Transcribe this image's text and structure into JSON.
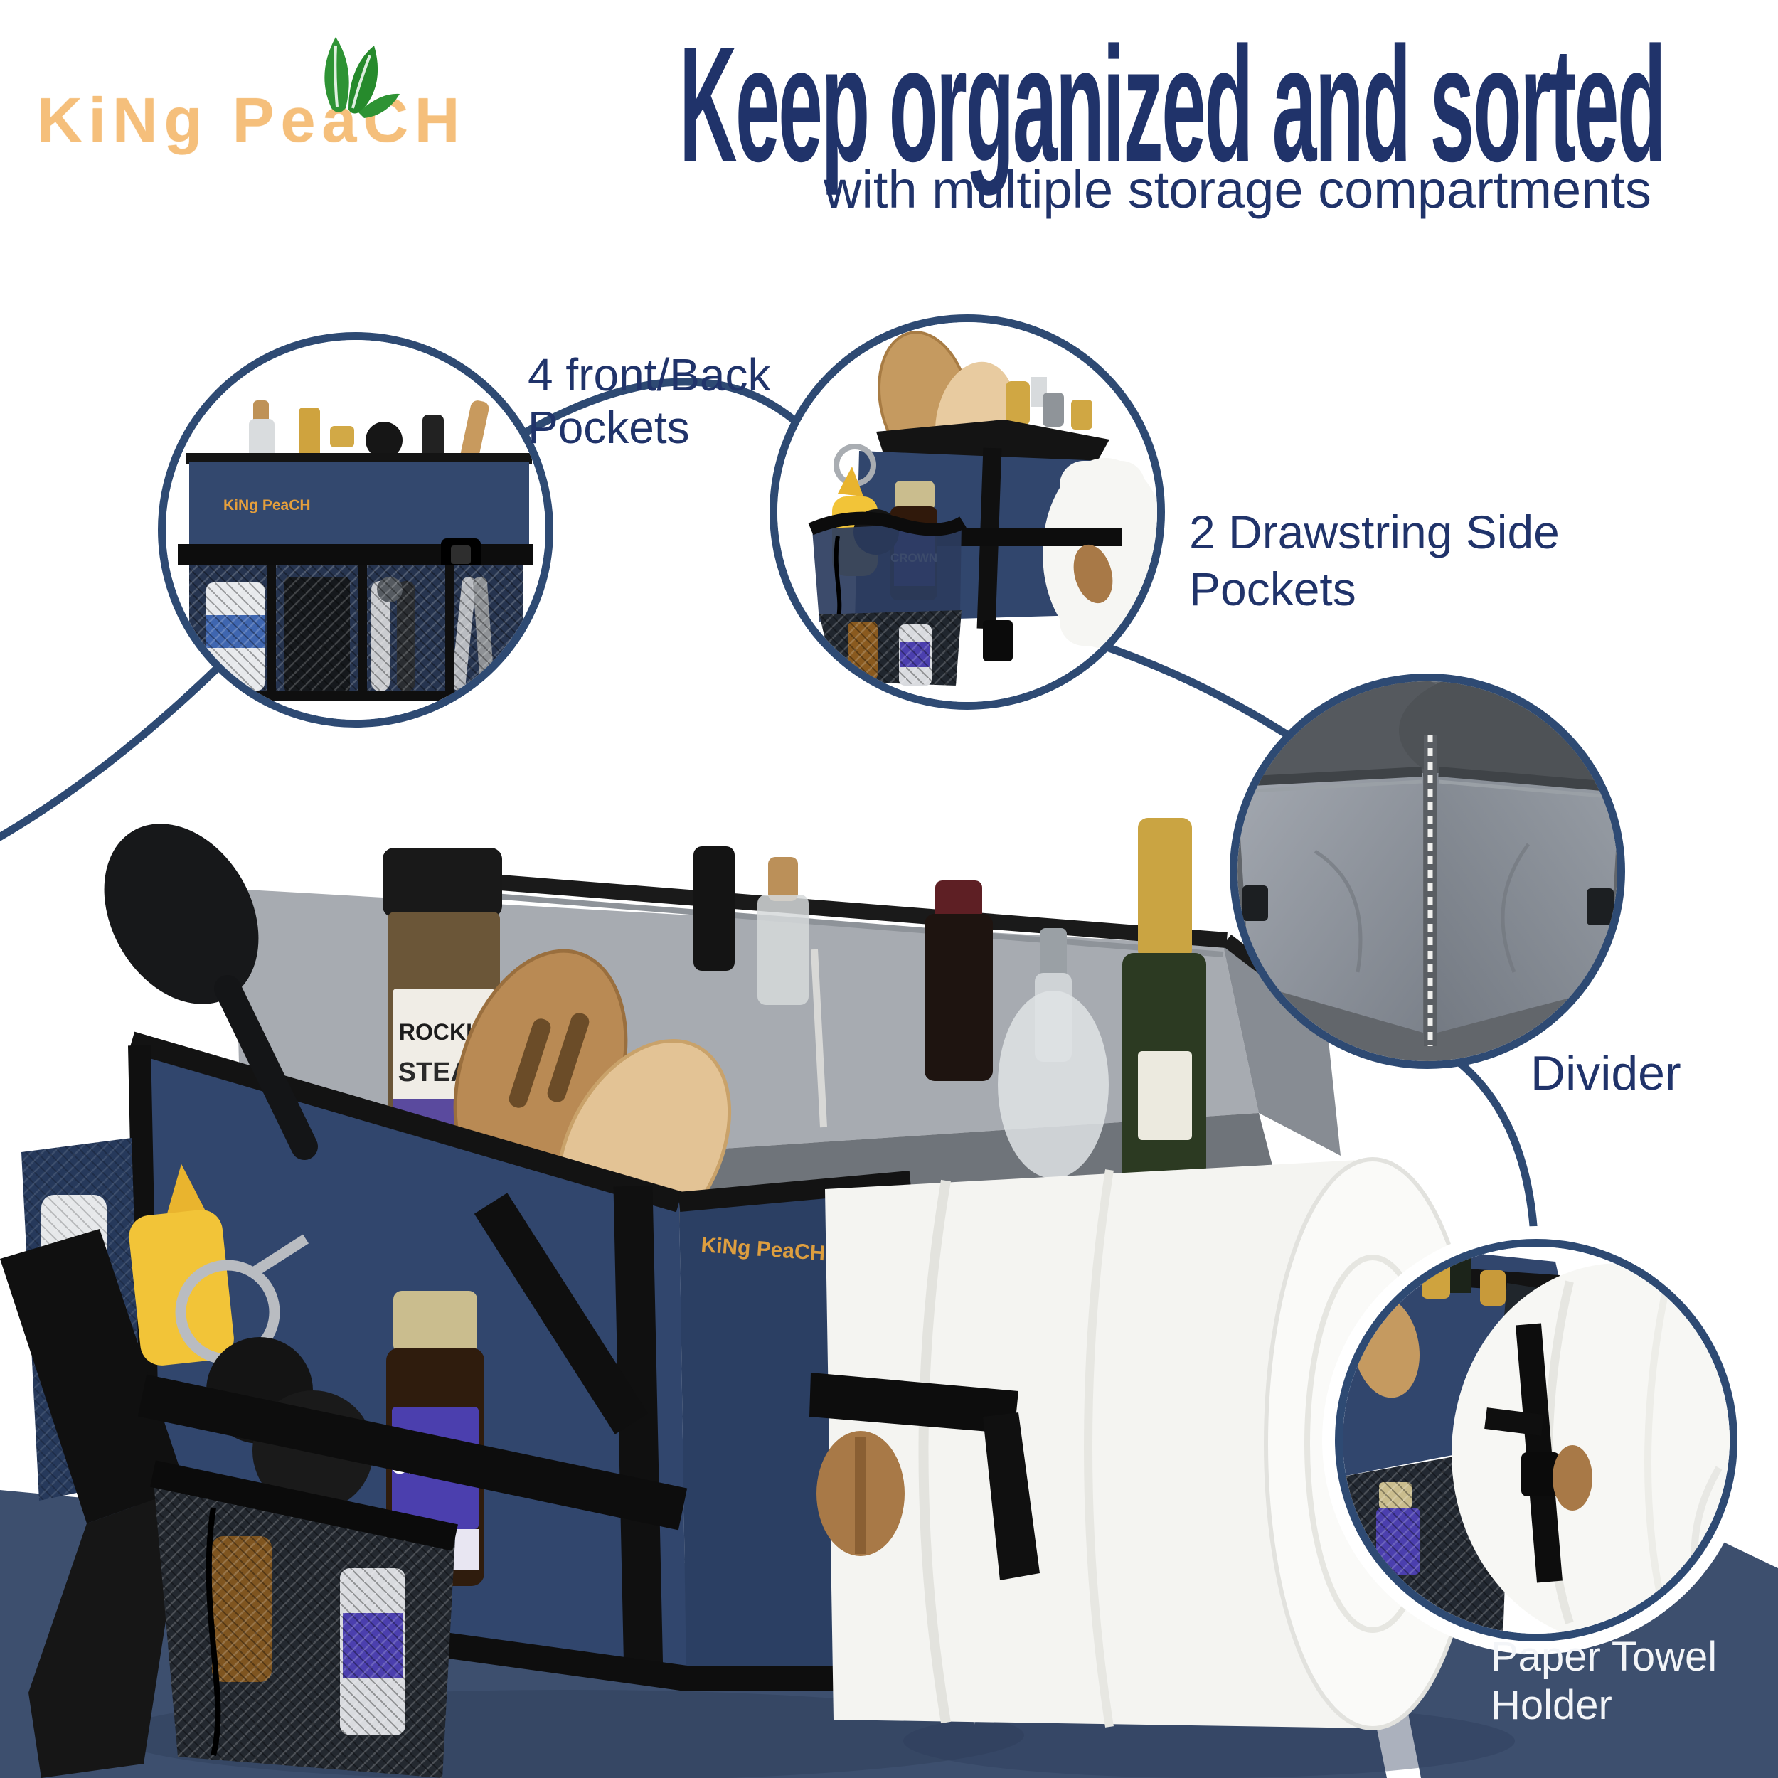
{
  "brand": {
    "logo_text": "KiNg PeaCH",
    "text_color": "#f5bf7b",
    "leaf_color": "#2e9334"
  },
  "headline": {
    "title": "Keep organized and sorted",
    "subtitle": "with multiple storage compartments",
    "color": "#20336a"
  },
  "callouts": {
    "front_back": {
      "line1": "4 front/Back",
      "line2": "Pockets"
    },
    "drawstring": {
      "line1": "2 Drawstring Side",
      "line2": "Pockets"
    },
    "divider": {
      "label": "Divider"
    },
    "paper_towel": {
      "line1": "Paper Towel",
      "line2": "Holder"
    }
  },
  "photo_labels": {
    "bag_logo": "KiNg PeaCH",
    "spice_jar_brand": "ROCKIN",
    "spice_jar_product": "STEAK",
    "sauce_bottle_brand": "CROWN"
  },
  "colors": {
    "slate_band": "#3d4f6e",
    "circle_ring": "#2e4a73",
    "navy_fabric": "#31466d",
    "callout_text": "#20336a",
    "paper_towel_text": "#f3f5f8"
  }
}
